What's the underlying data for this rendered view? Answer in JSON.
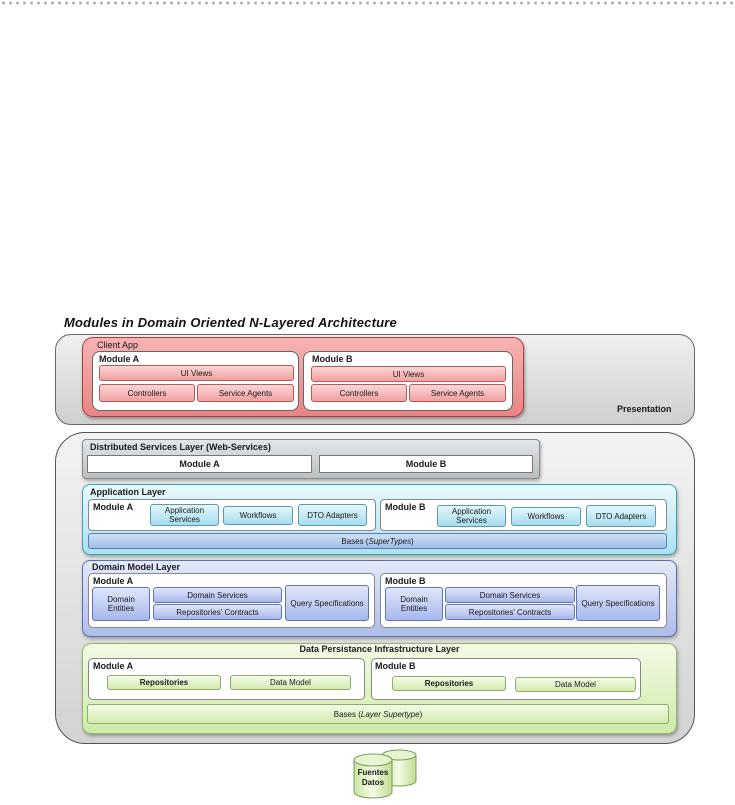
{
  "title": "Modules in Domain Oriented N-Layered Architecture",
  "presentation": {
    "label": "Presentation",
    "client_app": {
      "label": "Client App",
      "module_a": {
        "label": "Module A",
        "ui_views": "UI Views",
        "controllers": "Controllers",
        "service_agents": "Service Agents"
      },
      "module_b": {
        "label": "Module B",
        "ui_views": "UI Views",
        "controllers": "Controllers",
        "service_agents": "Service Agents"
      }
    }
  },
  "distributed_services": {
    "label": "Distributed Services Layer (Web-Services)",
    "module_a": "Module A",
    "module_b": "Module B"
  },
  "application_layer": {
    "label": "Application Layer",
    "module_a": {
      "label": "Module A",
      "app_services": "Application Services",
      "workflows": "Workflows",
      "dto_adapters": "DTO Adapters"
    },
    "module_b": {
      "label": "Module B",
      "app_services": "Application Services",
      "workflows": "Workflows",
      "dto_adapters": "DTO Adapters"
    },
    "bases_prefix": "Bases (",
    "bases_italic": "SuperTypes",
    "bases_suffix": ")"
  },
  "domain_model_layer": {
    "label": "Domain Model Layer",
    "module_a": {
      "label": "Module A",
      "domain_entities": "Domain Entities",
      "domain_services": "Domain Services",
      "repositories_contracts": "Repositories' Contracts",
      "query_specifications": "Query Specifications"
    },
    "module_b": {
      "label": "Module B",
      "domain_entities": "Domain Entities",
      "domain_services": "Domain Services",
      "repositories_contracts": "Repositories' Contracts",
      "query_specifications": "Query Specifications"
    }
  },
  "data_persistence_layer": {
    "label": "Data Persistance Infrastructure Layer",
    "module_a": {
      "label": "Module A",
      "repositories": "Repositories",
      "data_model": "Data Model"
    },
    "module_b": {
      "label": "Module B",
      "repositories": "Repositories",
      "data_model": "Data Model"
    },
    "bases_prefix": "Bases (",
    "bases_italic": "Layer Supertype",
    "bases_suffix": ")"
  },
  "data_sources": {
    "label_line1": "Fuentes",
    "label_line2": "Datos"
  },
  "colors": {
    "presentation_red": "#e98484",
    "application_cyan": "#a9e2f0",
    "domain_blue": "#aebce9",
    "persistence_green": "#cfeaa7"
  }
}
